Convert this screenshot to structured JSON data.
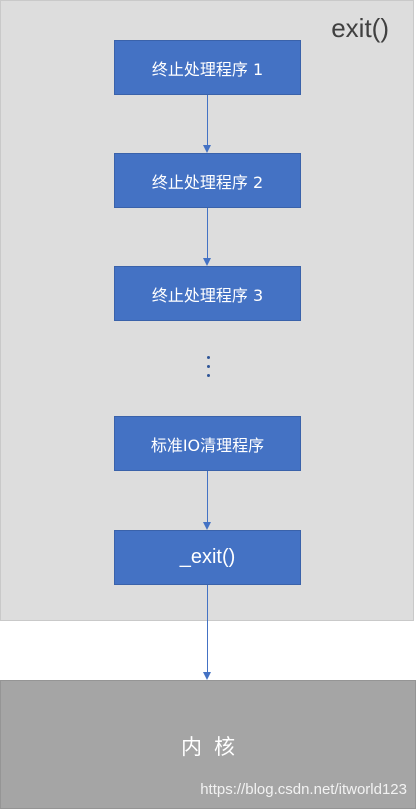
{
  "exit_region": {
    "label": "exit()"
  },
  "nodes": [
    {
      "id": "handler-1",
      "label": "终止处理程序 1"
    },
    {
      "id": "handler-2",
      "label": "终止处理程序 2"
    },
    {
      "id": "handler-3",
      "label": "终止处理程序 3"
    },
    {
      "id": "stdio-cleanup",
      "label": "标准IO清理程序"
    },
    {
      "id": "exit-call",
      "label": "_exit()"
    }
  ],
  "kernel": {
    "label": "内核"
  },
  "watermark": "https://blog.csdn.net/itworld123",
  "colors": {
    "box_fill": "#4472c4",
    "region_fill": "#dddddd",
    "kernel_fill": "#a5a5a5",
    "arrow": "#4472c4"
  }
}
